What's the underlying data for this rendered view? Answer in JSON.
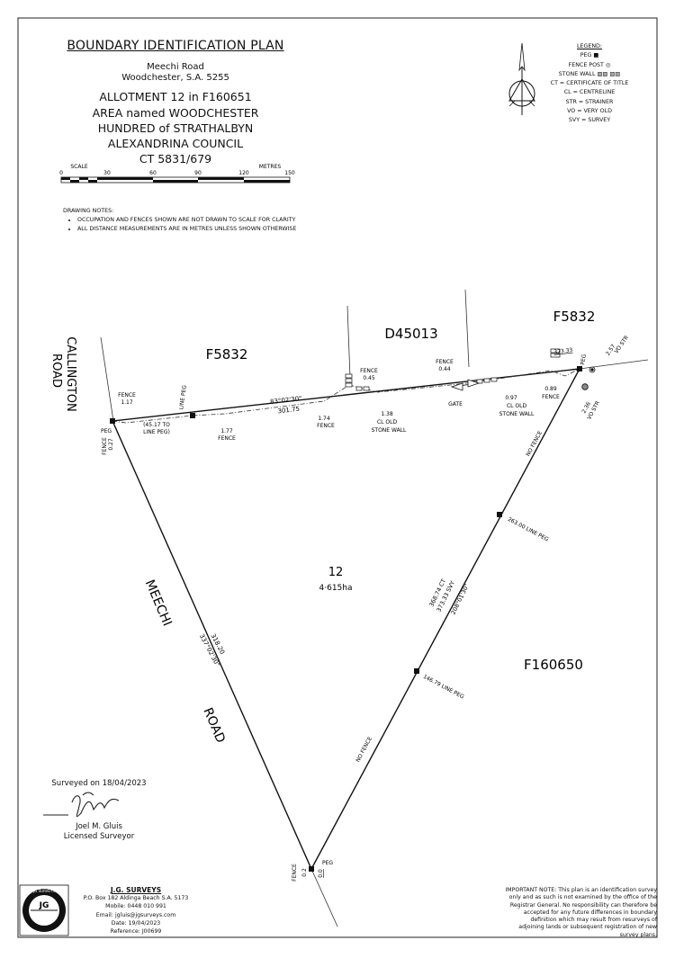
{
  "header": {
    "title": "BOUNDARY IDENTIFICATION PLAN",
    "address_line1": "Meechi Road",
    "address_line2": "Woodchester, S.A. 5255",
    "allotment": "ALLOTMENT 12 in F160651",
    "area_name": "AREA named WOODCHESTER",
    "hundred": "HUNDRED of STRATHALBYN",
    "council": "ALEXANDRINA COUNCIL",
    "ct": "CT 5831/679"
  },
  "scale_bar": {
    "label": "SCALE",
    "units": "METRES",
    "ticks": [
      "0",
      "30",
      "60",
      "90",
      "120",
      "150"
    ]
  },
  "drawing_notes": {
    "heading": "DRAWING NOTES:",
    "items": [
      "OCCUPATION AND FENCES SHOWN ARE NOT DRAWN TO SCALE FOR CLARITY",
      "ALL DISTANCE MEASUREMENTS ARE IN METRES UNLESS SHOWN OTHERWISE"
    ]
  },
  "legend": {
    "heading": "LEGEND:",
    "items": [
      "PEG ■",
      "FENCE POST ◎",
      "STONE WALL ▨▨ ▨▨",
      "CT = CERTIFICATE OF TITLE",
      "CL = CENTRELINE",
      "STR = STRAINER",
      "VO = VERY OLD",
      "SVY = SURVEY"
    ]
  },
  "plan": {
    "parcel_labels": {
      "north_west": "F5832",
      "north_middle": "D45013",
      "north_east": "F5832",
      "east": "F160650"
    },
    "road_labels": {
      "callington": "CALLINGTON",
      "road_word": "ROAD",
      "meechi": "MEECHI"
    },
    "lot": {
      "number": "12",
      "area": "4·615ha"
    },
    "north_boundary": {
      "bearing": "83°02'30\"",
      "distance": "301.75"
    },
    "west_boundary": {
      "distance": "318.20",
      "bearing": "337°02'30\""
    },
    "east_boundary": {
      "ct_distance": "368.74 CT",
      "svy_distance": "373.33 SVY",
      "bearing": "208°01'30\""
    },
    "line_pegs": {
      "north": "LINE PEG",
      "east_upper": "263.00 LINE PEG",
      "east_lower": "146.79 LINE PEG"
    },
    "annotations": {
      "nw_fence_word": "FENCE",
      "nw_fence_value": "1.17",
      "nw_peg": "PEG",
      "nw_offset_value": "0.27",
      "nw_offset_fence": "FENCE",
      "line_peg_note": "(45.17 TO",
      "line_peg_note2": "LINE PEG)",
      "fence_177": "1.77",
      "fence_177_word": "FENCE",
      "fence_174": "1.74",
      "fence_174_word": "FENCE",
      "fence_045_word": "FENCE",
      "fence_045": "0.45",
      "cl_138": "1.38",
      "cl_old": "CL OLD",
      "stone_wall": "STONE WALL",
      "fence_044_word": "FENCE",
      "fence_044": "0.44",
      "gate": "GATE",
      "cl_097": "0.97",
      "cl_old2": "CL OLD",
      "stone_wall2": "STONE WALL",
      "fence_089": "0.89",
      "fence_089_word": "FENCE",
      "ne_dist": "373.33",
      "ne_peg": "PEG",
      "vo_str_257": "2.57",
      "vo_str_1": "VO STR",
      "vo_str_236": "2.36",
      "vo_str_2": "VO STR",
      "no_fence_upper": "NO FENCE",
      "no_fence_lower": "NO FENCE",
      "s_peg": "PEG",
      "s_offset": "0.2",
      "s_fence": "FENCE",
      "s_extra": "0.0"
    }
  },
  "surveyor": {
    "surveyed_on": "Surveyed on 18/04/2023",
    "name": "Joel M. Gluis",
    "title": "Licensed Surveyor"
  },
  "company": {
    "name": "J.G. SURVEYS",
    "address": "P.O. Box 182 Aldinga Beach S.A. 5173",
    "mobile": "Mobile: 0448 010 991",
    "email": "Email: jgluis@jgsurveys.com",
    "date": "Date: 19/04/2023",
    "reference": "Reference: J00699",
    "logo_ring_text": "JG SURVEYS",
    "logo_letters": "JG"
  },
  "important_note": "IMPORTANT NOTE: This plan is an identification survey only and as such is not examined by the office of the Registrar General. No responsibility can therefore be accepted for any future differences in boundary definition which may result from resurveys of adjoining lands or subsequent registration of new survey plans."
}
